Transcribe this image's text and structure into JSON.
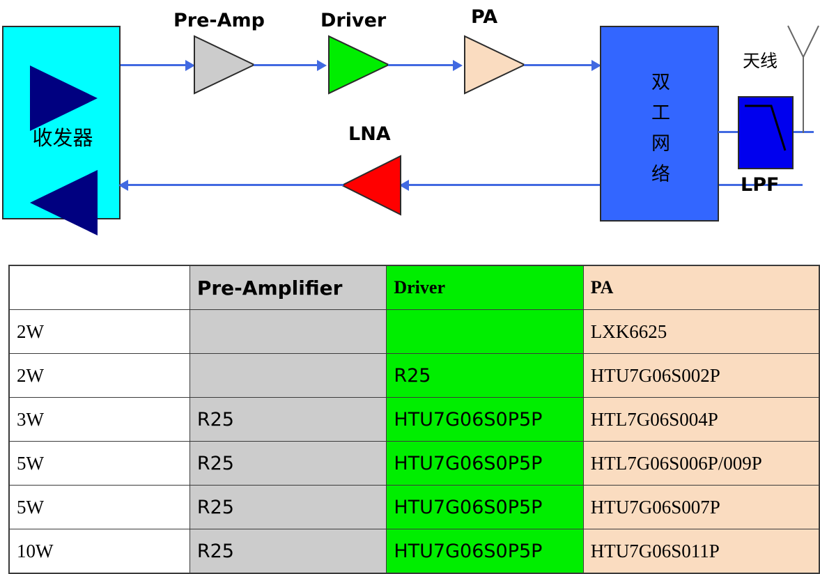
{
  "diagram": {
    "transceiver": {
      "label": "收发器",
      "fill": "#00ffff"
    },
    "duplexer": {
      "label": "双工网络",
      "fill": "#3366ff"
    },
    "lpf": {
      "label": "LPF",
      "fill": "#0000ee"
    },
    "antenna": {
      "label": "天线"
    },
    "amplifiers": [
      {
        "name": "pre-amp",
        "label": "Pre-Amp",
        "fill": "#cccccc"
      },
      {
        "name": "driver",
        "label": "Driver",
        "fill": "#00ee00"
      },
      {
        "name": "pa",
        "label": "PA",
        "fill": "#fadcc0"
      },
      {
        "name": "lna",
        "label": "LNA",
        "fill": "#ff0000"
      }
    ],
    "wire_color": "#4169E1"
  },
  "table": {
    "headers": [
      "",
      "Pre-Amplifier",
      "Driver",
      "PA"
    ],
    "rows": [
      {
        "power": "2W",
        "pre_amplifier": "",
        "driver": "",
        "pa": "LXK6625"
      },
      {
        "power": "2W",
        "pre_amplifier": "",
        "driver": "R25",
        "pa": "HTU7G06S002P"
      },
      {
        "power": "3W",
        "pre_amplifier": "R25",
        "driver": "HTU7G06S0P5P",
        "pa": "HTL7G06S004P"
      },
      {
        "power": "5W",
        "pre_amplifier": "R25",
        "driver": "HTU7G06S0P5P",
        "pa": "HTL7G06S006P/009P"
      },
      {
        "power": "5W",
        "pre_amplifier": "R25",
        "driver": "HTU7G06S0P5P",
        "pa": "HTU7G06S007P"
      },
      {
        "power": "10W",
        "pre_amplifier": "R25",
        "driver": "HTU7G06S0P5P",
        "pa": "HTU7G06S011P"
      }
    ],
    "column_colors": {
      "power": "#ffffff",
      "pre_amplifier": "#cccccc",
      "driver": "#00ee00",
      "pa": "#fadcc0"
    }
  }
}
